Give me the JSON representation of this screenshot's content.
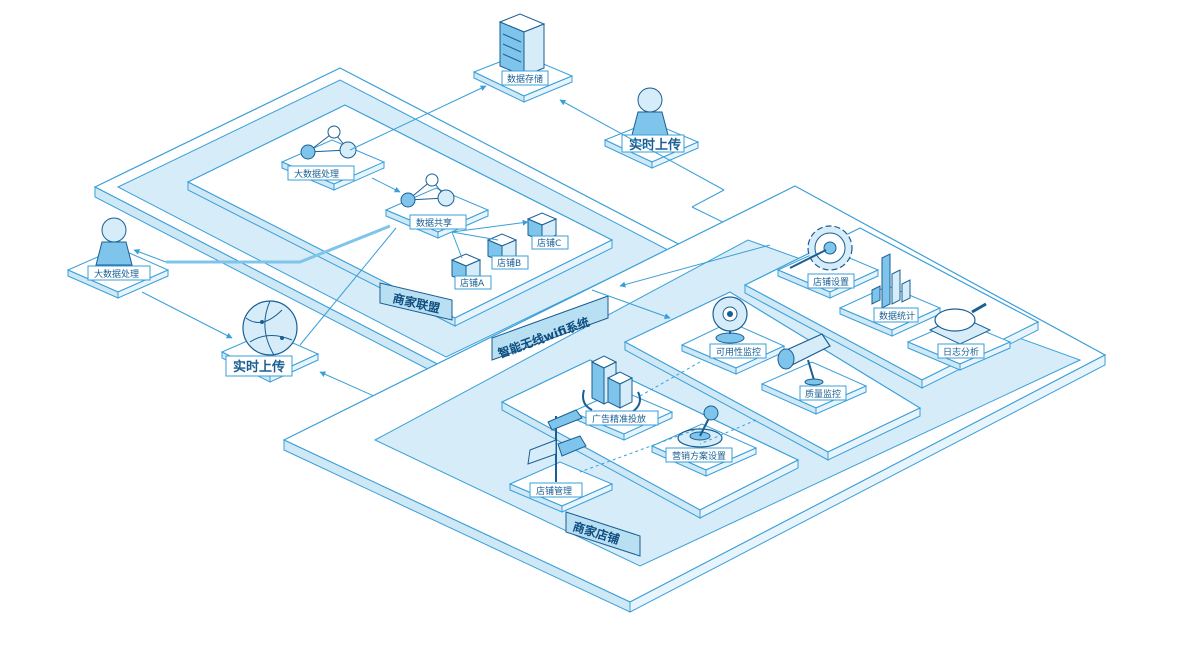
{
  "labels": {
    "data_storage": "数据存储",
    "realtime_upload_top": "实时上传",
    "bigdata_inner": "大数据处理",
    "data_sharing": "数据共享",
    "store_a": "店铺A",
    "store_b": "店铺B",
    "store_c": "店铺C",
    "merchant_alliance": "商家联盟",
    "wifi_system": "智能无线wifi系统",
    "bigdata_left": "大数据处理",
    "realtime_upload_left": "实时上传",
    "store_settings": "店铺设置",
    "data_statistics": "数据统计",
    "log_analysis": "日志分析",
    "availability_monitor": "可用性监控",
    "quality_monitor": "质量监控",
    "precise_ads": "广告精准投放",
    "marketing_settings": "营销方案设置",
    "store_management": "店铺管理",
    "merchant_store": "商家店铺"
  },
  "colors": {
    "line": "#3a9fd9",
    "fill_light": "#ffffff",
    "fill_zone": "#d6edf9",
    "fill_mid": "#b9dff3",
    "dark": "#1a5f93",
    "accent": "#7fc4ea"
  }
}
